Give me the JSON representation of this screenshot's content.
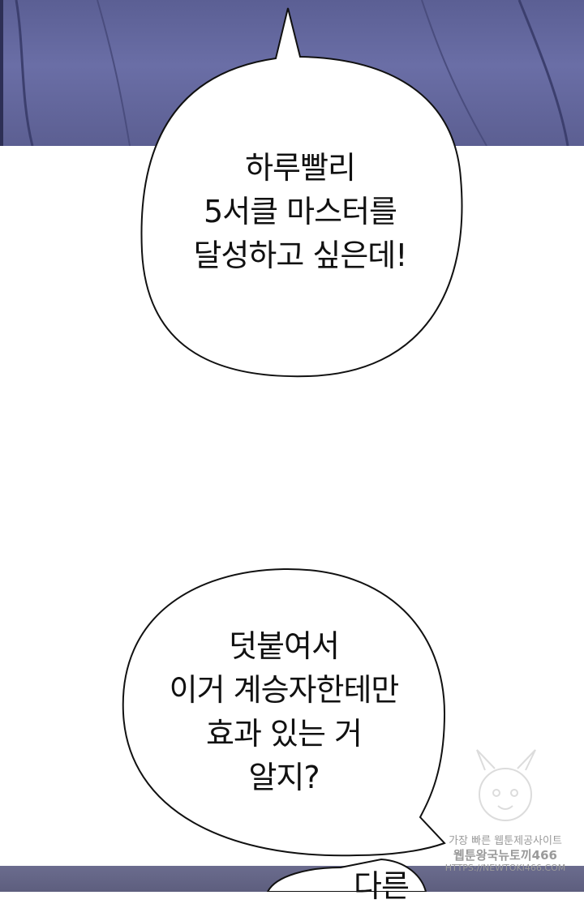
{
  "bubble1": {
    "lines": [
      "하루빨리",
      "5서클 마스터를",
      "달성하고 싶은데!"
    ]
  },
  "bubble2": {
    "lines": [
      "덧붙여서",
      "이거 계승자한테만",
      "효과 있는 거",
      "알지?"
    ]
  },
  "bubble3": {
    "lines": [
      "다른"
    ]
  },
  "watermark": {
    "line1": "가장 빠른 웹툰제공사이트",
    "line2": "웹툰왕국뉴토끼466",
    "line3": "HTTPS://NEWTOKI466.COM"
  },
  "colors": {
    "panel_top": "#6a6ea6",
    "panel_bottom": "#5d5e7e",
    "bubble_fill": "#ffffff",
    "bubble_stroke": "#111111"
  }
}
